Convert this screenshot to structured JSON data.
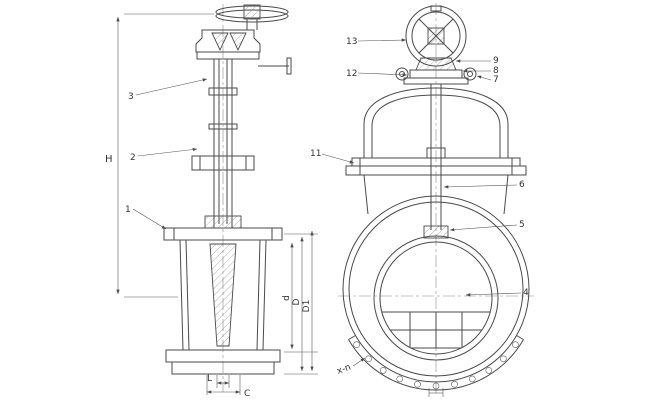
{
  "drawing": {
    "colors": {
      "line": "#4a4a4a",
      "background": "#ffffff"
    },
    "callouts": {
      "c1": "1",
      "c2": "2",
      "c3": "3",
      "c4": "4",
      "c5": "5",
      "c6": "6",
      "c7": "7",
      "c8": "8",
      "c9": "9",
      "c11": "11",
      "c12": "12",
      "c13": "13"
    },
    "dimensions": {
      "height": "H",
      "bottom_inner": "L",
      "bottom_outer": "C",
      "side_inner": "d",
      "side_middle": "D",
      "side_outer": "D1",
      "bolt_pattern": "x-n"
    }
  }
}
